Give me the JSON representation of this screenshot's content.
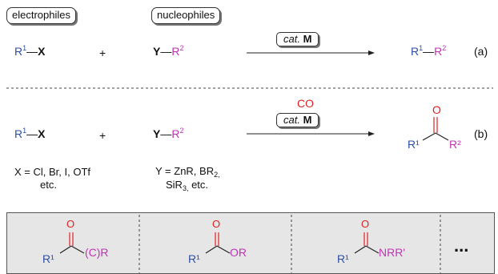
{
  "labels": {
    "electrophiles": "electrophiles",
    "nucleophiles": "nucleophiles"
  },
  "reaction_a": {
    "electrophile": "R¹—X",
    "plus": "+",
    "nucleophile": "Y—R²",
    "catalyst_italic": "cat.",
    "catalyst_metal": "M",
    "product": "R¹—R²",
    "tag": "(a)"
  },
  "reaction_b": {
    "electrophile": "R¹—X",
    "plus": "+",
    "nucleophile": "Y—R²",
    "reagent": "CO",
    "catalyst_italic": "cat.",
    "catalyst_metal": "M",
    "product_o": "O",
    "product_r1": "R¹",
    "product_r2": "R²",
    "tag": "(b)"
  },
  "definitions": {
    "x_line1": "X = Cl, Br, I, OTf",
    "x_line2": "etc.",
    "y_line1": "Y = ZnR, BR₂,",
    "y_line2": "SiR₃, etc."
  },
  "product_classes": [
    {
      "o": "O",
      "r1": "R¹",
      "group": "(C)R"
    },
    {
      "o": "O",
      "r1": "R¹",
      "group": "OR"
    },
    {
      "o": "O",
      "r1": "R¹",
      "group": "NRR'"
    },
    {
      "ellipsis": "..."
    }
  ],
  "colors": {
    "r1": "#2d4fa3",
    "r2": "#c034b4",
    "oxygen": "#e02020",
    "panel": "#e6e6e6"
  }
}
